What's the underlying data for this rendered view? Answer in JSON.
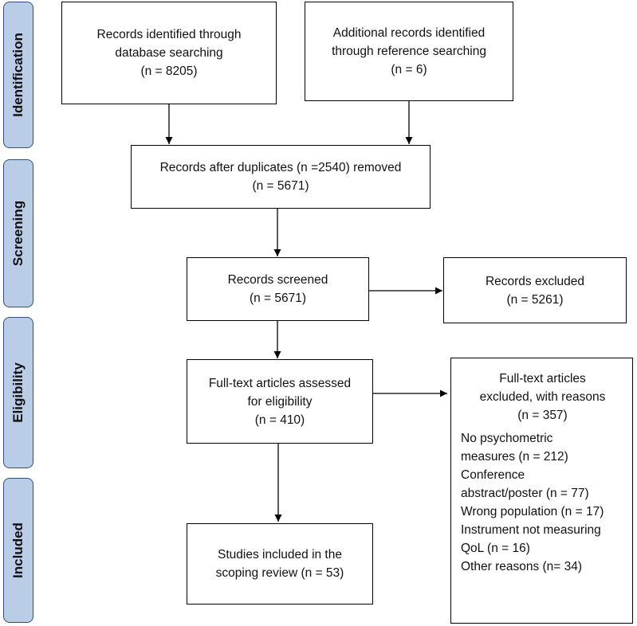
{
  "stages": {
    "identification": "Identification",
    "screening": "Screening",
    "eligibility": "Eligibility",
    "included": "Included"
  },
  "boxes": {
    "database": {
      "lines": [
        "Records identified through",
        "database searching",
        "(n = 8205)"
      ]
    },
    "reference": {
      "lines": [
        "Additional records identified",
        "through reference searching",
        "(n = 6)"
      ]
    },
    "duplicates": {
      "lines": [
        "Records after duplicates (n =2540) removed",
        "(n = 5671)"
      ]
    },
    "screened": {
      "lines": [
        "Records screened",
        "(n = 5671)"
      ]
    },
    "excluded": {
      "lines": [
        "Records excluded",
        "(n = 5261)"
      ]
    },
    "fulltext": {
      "lines": [
        "Full-text articles assessed",
        "for eligibility",
        "(n = 410)"
      ]
    },
    "fulltext_excluded": {
      "heading": [
        "Full-text articles",
        "excluded, with reasons",
        "(n = 357)"
      ],
      "reasons": [
        "No psychometric",
        "measures (n = 212)",
        "Conference",
        "abstract/poster (n = 77)",
        "Wrong population (n = 17)",
        "Instrument not measuring",
        "QoL (n = 16)",
        "Other reasons (n= 34)"
      ]
    },
    "included": {
      "lines": [
        "Studies included in the",
        "scoping review (n = 53)"
      ]
    }
  }
}
